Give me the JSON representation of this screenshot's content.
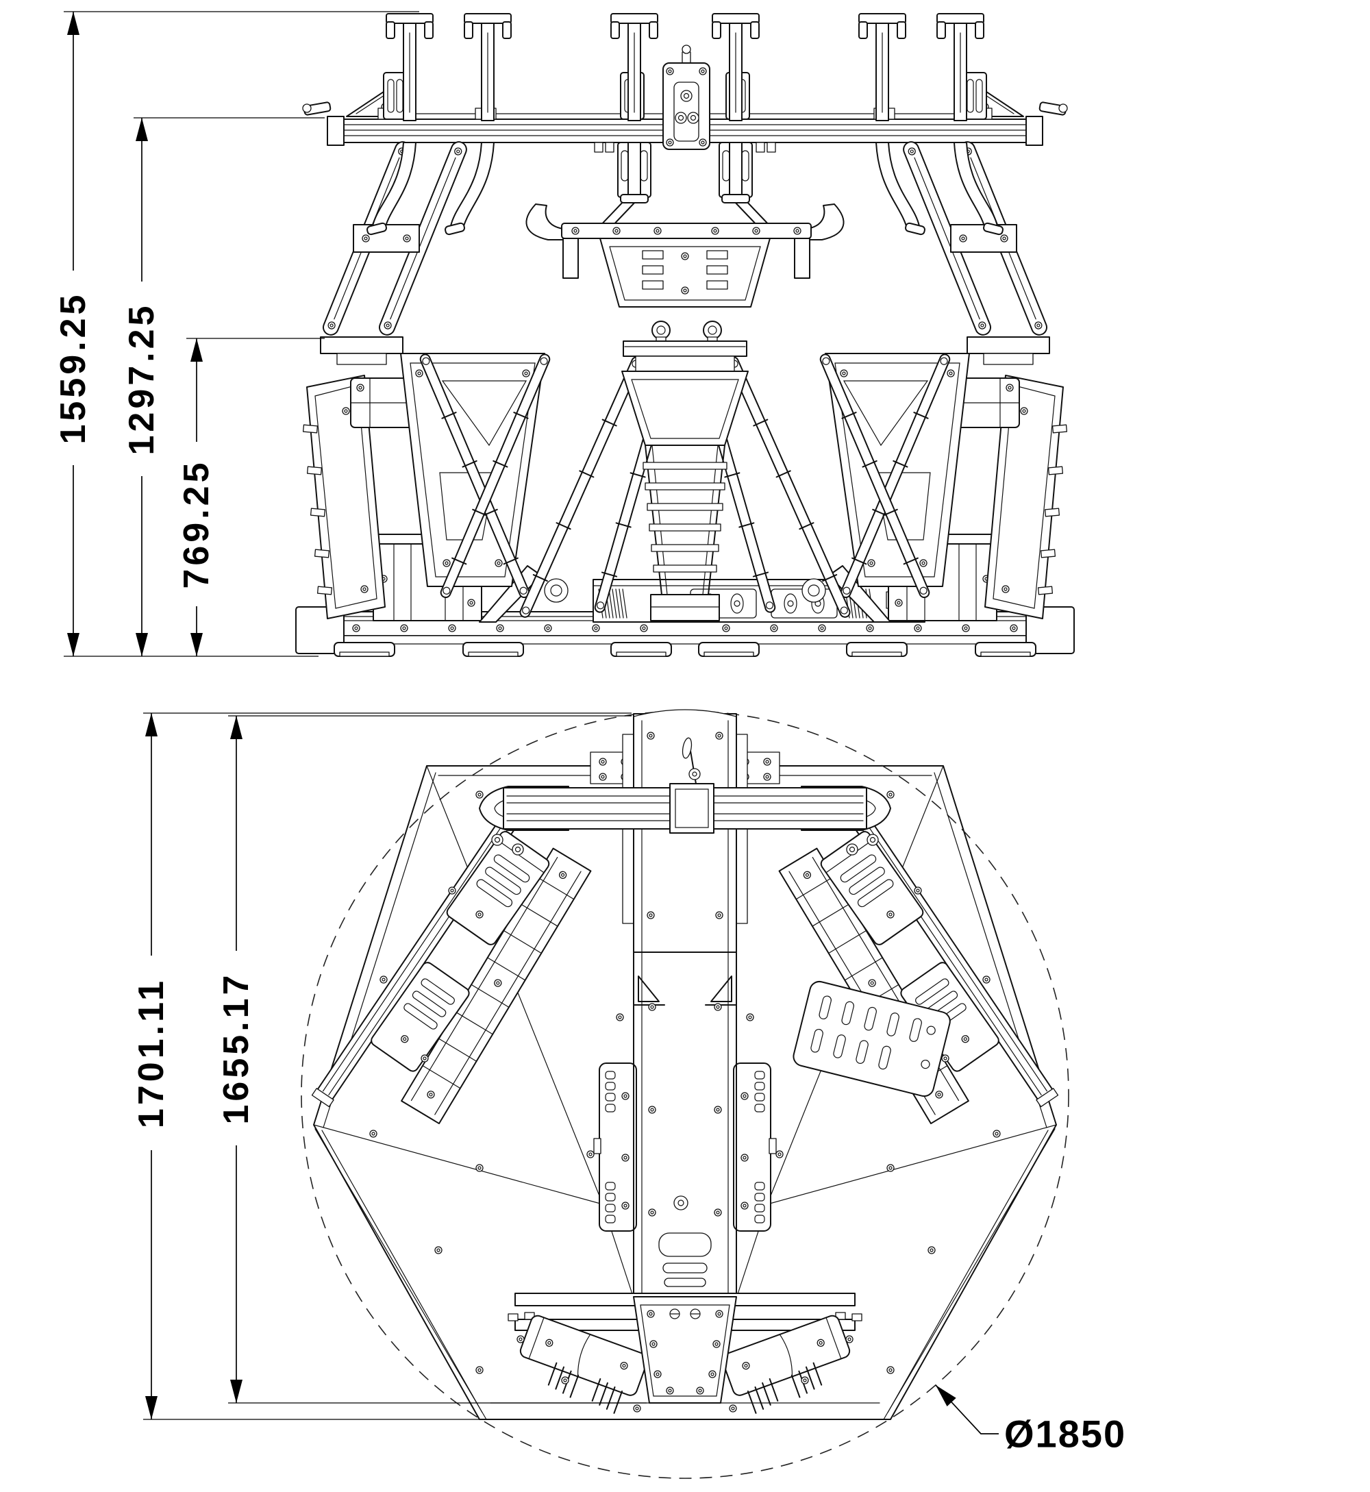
{
  "front_view": {
    "dimensions": {
      "overall_height": "1559.25",
      "upper_frame_height": "1297.25",
      "platform_height": "769.25"
    }
  },
  "plan_view": {
    "dimensions": {
      "overall_length": "1701.11",
      "deck_length": "1655.17"
    },
    "diameter_label": "Ø1850"
  },
  "colors": {
    "line": "#111111",
    "dimension": "#000000",
    "background": "#ffffff"
  }
}
